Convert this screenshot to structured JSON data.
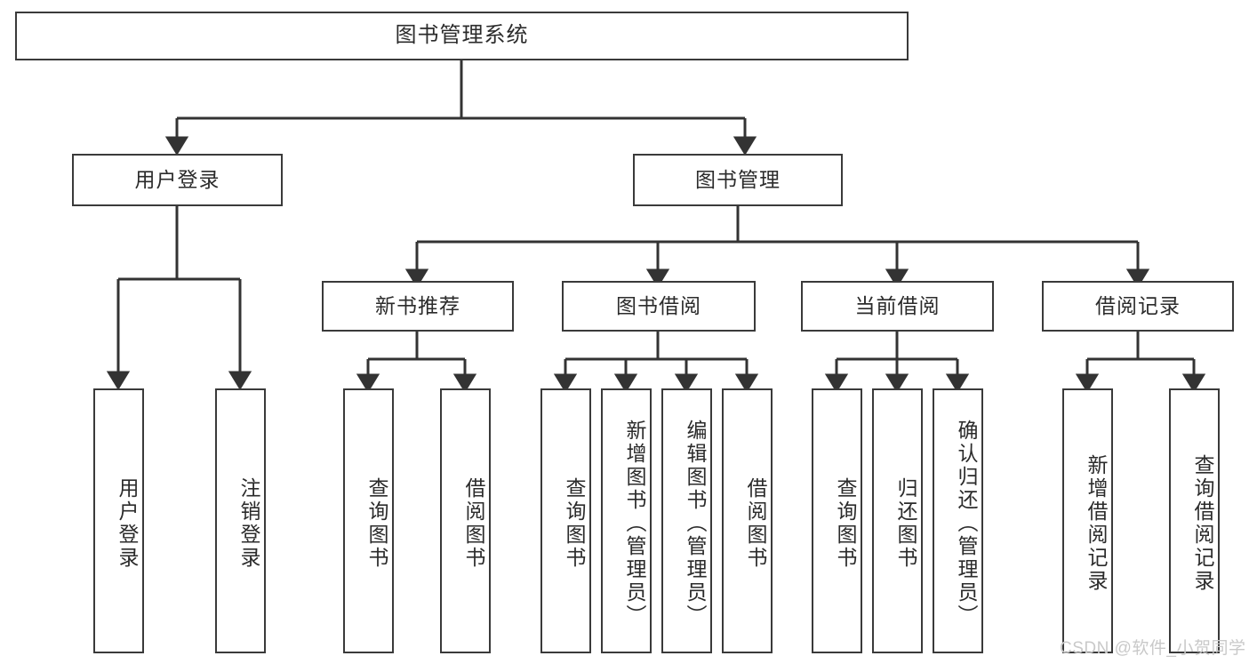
{
  "diagram": {
    "title": "图书管理系统",
    "type": "hierarchy-tree",
    "watermark": "CSDN @软件_小贺同学",
    "colors": {
      "background": "#ffffff",
      "box_border": "#3a3a3a",
      "connector": "#333333",
      "text": "#2b2b2b",
      "watermark": "#c9c9c9"
    },
    "levels": {
      "root": {
        "label": "图书管理系统"
      },
      "level2": [
        {
          "id": "user-login",
          "label": "用户登录"
        },
        {
          "id": "book-manage",
          "label": "图书管理"
        }
      ],
      "level3": [
        {
          "id": "new-book-recommend",
          "label": "新书推荐",
          "parent": "book-manage"
        },
        {
          "id": "book-borrow",
          "label": "图书借阅",
          "parent": "book-manage"
        },
        {
          "id": "current-borrow",
          "label": "当前借阅",
          "parent": "book-manage"
        },
        {
          "id": "borrow-record",
          "label": "借阅记录",
          "parent": "book-manage"
        }
      ],
      "leaves": [
        {
          "id": "leaf-user-login",
          "label": "用户登录",
          "parent": "user-login"
        },
        {
          "id": "leaf-logout",
          "label": "注销登录",
          "parent": "user-login"
        },
        {
          "id": "leaf-query-book-1",
          "label": "查询图书",
          "parent": "new-book-recommend"
        },
        {
          "id": "leaf-borrow-book-1",
          "label": "借阅图书",
          "parent": "new-book-recommend"
        },
        {
          "id": "leaf-query-book-2",
          "label": "查询图书",
          "parent": "book-borrow"
        },
        {
          "id": "leaf-add-book",
          "label": "新增图书（管理员）",
          "parent": "book-borrow"
        },
        {
          "id": "leaf-edit-book",
          "label": "编辑图书（管理员）",
          "parent": "book-borrow"
        },
        {
          "id": "leaf-borrow-book-2",
          "label": "借阅图书",
          "parent": "book-borrow"
        },
        {
          "id": "leaf-query-book-3",
          "label": "查询图书",
          "parent": "current-borrow"
        },
        {
          "id": "leaf-return-book",
          "label": "归还图书",
          "parent": "current-borrow"
        },
        {
          "id": "leaf-confirm-return",
          "label": "确认归还（管理员）",
          "parent": "current-borrow"
        },
        {
          "id": "leaf-add-record",
          "label": "新增借阅记录",
          "parent": "borrow-record"
        },
        {
          "id": "leaf-query-record",
          "label": "查询借阅记录",
          "parent": "borrow-record"
        }
      ]
    }
  }
}
